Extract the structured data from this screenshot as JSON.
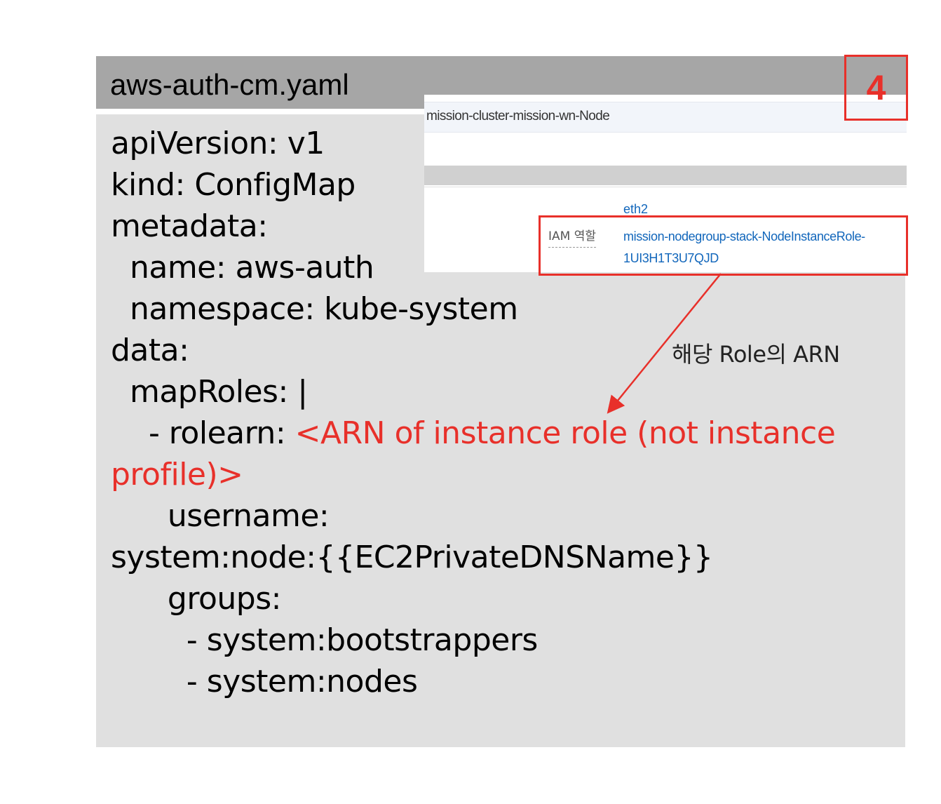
{
  "header": {
    "filename": "aws-auth-cm.yaml"
  },
  "step_badge": {
    "number": "4"
  },
  "code": {
    "lines": {
      "l1": "apiVersion: v1",
      "l2": "kind: ConfigMap",
      "l3": "metadata:",
      "l4": "  name: aws-auth",
      "l5": "  namespace: kube-system",
      "l6": "data:",
      "l7": "  mapRoles: |",
      "l8_prefix": "    - rolearn: ",
      "l8_highlight": "<ARN of instance role (not instance",
      "l9_highlight": "profile)>",
      "l10": "      username:",
      "l11": "system:node:{{EC2PrivateDNSName}}",
      "l12": "      groups:",
      "l13": "        - system:bootstrappers",
      "l14": "        - system:nodes"
    },
    "highlight_color": "#e8302a"
  },
  "console_inset": {
    "node_name": "mission-cluster-mission-wn-Node",
    "interface": "eth2",
    "iam_role_label": "IAM 역할",
    "iam_role_value": "mission-nodegroup-stack-NodeInstanceRole-1UI3H1T3U7QJD",
    "link_color": "#1166bb"
  },
  "annotation": {
    "text": "해당 Role의 ARN"
  },
  "colors": {
    "accent_red": "#e8302a",
    "title_bar": "#a6a6a6",
    "code_bg": "#e0e0e0"
  }
}
